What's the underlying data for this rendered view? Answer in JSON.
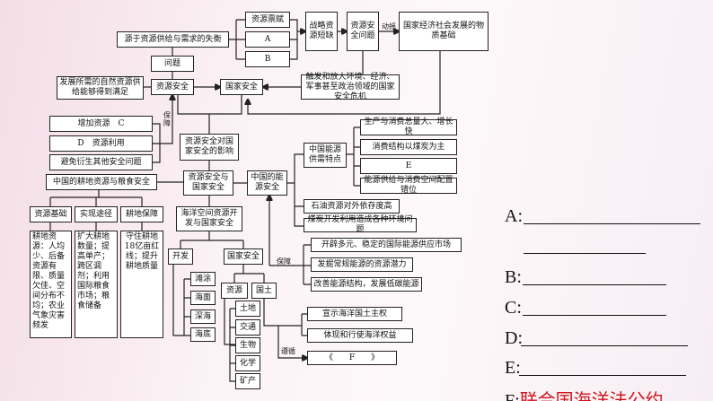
{
  "nodes": {
    "endowment": "资源禀赋",
    "a": "A",
    "b": "B",
    "imbalance": "源于资源供给与需求的失衡",
    "problem": "问题",
    "shortage": "战略资源短缺",
    "security_issue": "资源安全问题",
    "shake_label": "动摇",
    "basis": "国家经济社会发展的物质基础",
    "satisfy": "发展所需的自然资源供给能够得到满足",
    "resource_security": "资源安全",
    "national_security": "国家安全",
    "crisis": "触发和放大环境、经济、军事甚至政治领域的国家安全危机",
    "increase": "增加资源　C",
    "use": "D　资源利用",
    "avoid": "避免衍生其他安全问题",
    "guarantee_label": "保障",
    "impact": "资源安全对国家安全的影响",
    "farmland": "中国的耕地资源与粮食安全",
    "center": "资源安全与国家安全",
    "energy": "中国的能源安全",
    "supply_demand": "中国能源供需特点",
    "f1": "生产与消费总量大、增长快",
    "f2": "消费结构以煤炭为主",
    "f3": "E",
    "f4": "能源供给与消费空间配置错位",
    "oil": "石油资源对外依存度高",
    "coal": "煤炭开发利用造成各种环境问题",
    "g1": "开辟多元、稳定的国际能源供应市场",
    "g2": "发掘常规能源的资源潜力",
    "g3": "改善能源结构，发展低碳能源",
    "energy_guarantee_label": "保障",
    "basis_box": "资源基础",
    "route": "实现途径",
    "protect": "耕地保障",
    "basis_text": "耕地资源：人均少、后备资源有限、质量欠佳、空间分布不均；农业气象灾害频发",
    "route_text": "扩大耕地数量；提高单产；跨区调剂；利用国际粮食市场；粮食储备",
    "protect_text": "守住耕地18亿亩红线；提升耕地质量",
    "ocean": "海洋空间资源开发与国家安全",
    "develop": "开发",
    "ocean_security": "国家安全",
    "d1": "滩涂",
    "d2": "海面",
    "d3": "深海",
    "d4": "海底",
    "res": "资源",
    "land": "国土",
    "r1": "土地",
    "r2": "交通",
    "r3": "生物",
    "r4": "化学",
    "r5": "矿产",
    "l1": "宣示海洋国土主权",
    "l2": "体现和行使海洋权益",
    "l3": "《　　F　　》",
    "follow_label": "遵循"
  },
  "answers": {
    "a": "A:",
    "b": "B:",
    "c": "C:",
    "d": "D:",
    "e": "E:",
    "f": "F:",
    "f_value": "联合国海洋法公约"
  }
}
